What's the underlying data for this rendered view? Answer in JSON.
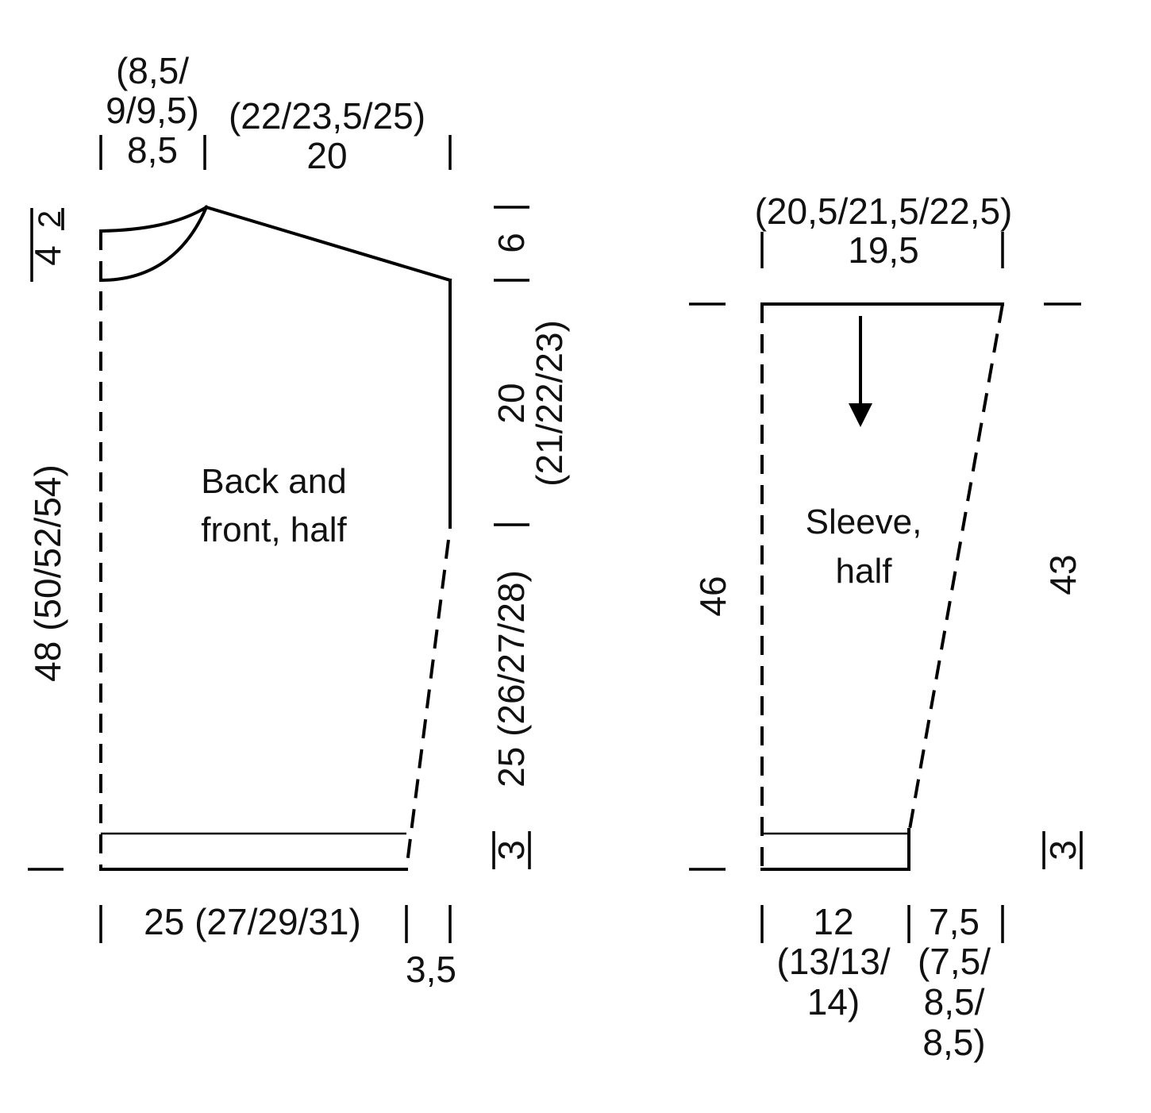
{
  "body_piece": {
    "label_line1": "Back and",
    "label_line2": "front, half",
    "neck_width_line1": "(8,5/",
    "neck_width_line2": "9/9,5)",
    "neck_width_line3": "8,5",
    "shoulder_width_line1": "(22/23,5/25)",
    "shoulder_width_line2": "20",
    "neck_depth_outer": "4",
    "neck_depth_inner": "2",
    "shoulder_slope": "6",
    "armhole_depth_line1": "20",
    "armhole_depth_line2": "(21/22/23)",
    "side_length": "25 (26/27/28)",
    "rib_height": "3",
    "total_length": "48 (50/52/54)",
    "bottom_width": "25 (27/29/31)",
    "side_increase": "3,5"
  },
  "sleeve_piece": {
    "label_line1": "Sleeve,",
    "label_line2": "half",
    "top_width_line1": "(20,5/21,5/22,5)",
    "top_width_line2": "19,5",
    "left_length": "46",
    "right_length": "43",
    "rib_height": "3",
    "cuff_width_line1": "12",
    "cuff_width_line2": "(13/13/",
    "cuff_width_line3": "14)",
    "increase_width_line1": "7,5",
    "increase_width_line2": "(7,5/",
    "increase_width_line3": "8,5/",
    "increase_width_line4": "8,5)"
  }
}
